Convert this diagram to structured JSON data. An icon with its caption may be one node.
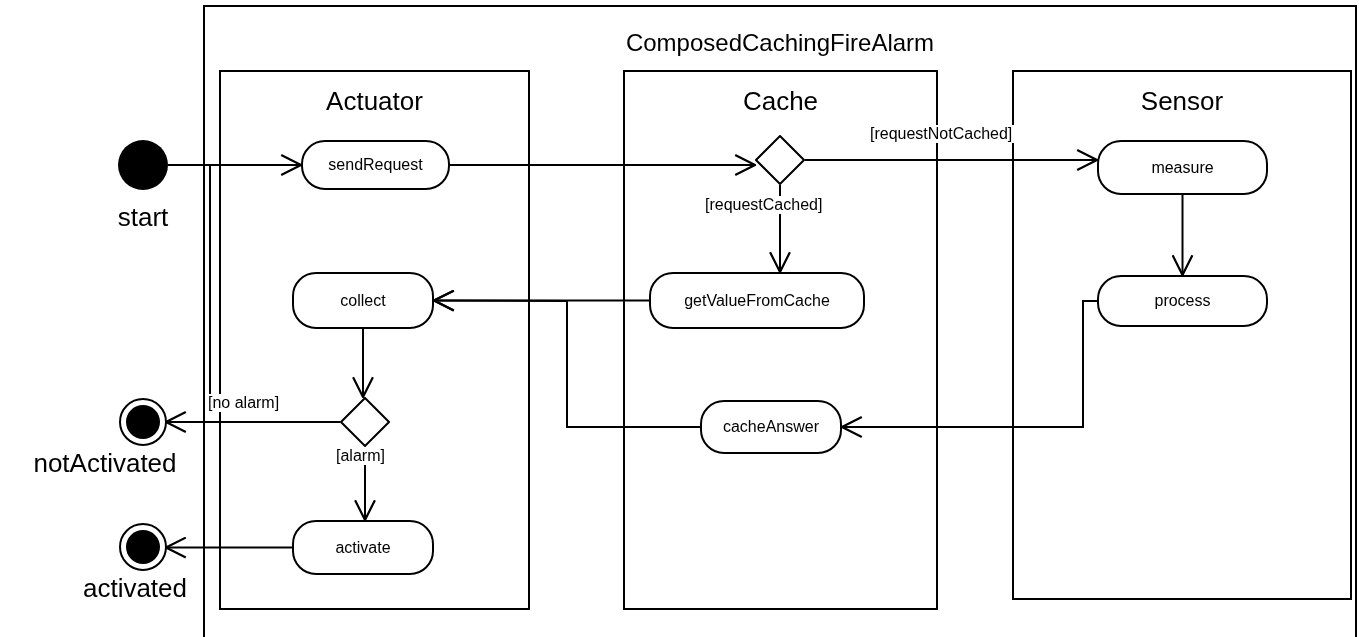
{
  "diagram": {
    "nodes": [
      {
        "text": [
          "ComposedCachingFireAlarm"
        ]
      },
      {
        "text": [
          "Actuator"
        ],
        "in": 0
      },
      {
        "text": [
          "Cache"
        ],
        "in": 0
      },
      {
        "text": [
          "Sensor"
        ],
        "in": 0
      },
      {
        "text": [
          "start"
        ]
      },
      {
        "text": [
          "sendRequest"
        ],
        "in": 1
      },
      {
        "text": [],
        "shape": "diamond",
        "in": 2
      },
      {
        "text": [
          "measure"
        ],
        "in": 3
      },
      {
        "text": [
          "getValueFromCache"
        ],
        "in": 2
      },
      {
        "text": [
          "collect"
        ],
        "in": 1
      },
      {
        "text": [
          "process"
        ],
        "in": 3
      },
      {
        "text": [],
        "shape": "diamond",
        "in": 1
      },
      {
        "text": [
          "cacheAnswer"
        ],
        "in": 2
      },
      {
        "text": [
          "notActivated"
        ]
      },
      {
        "text": [
          "activate"
        ],
        "in": 1
      },
      {
        "text": [
          "activated"
        ]
      }
    ],
    "edges": [
      {
        "from": 4,
        "to": 5,
        "arrow": "to"
      },
      {
        "from": 5,
        "to": 6,
        "arrow": "to"
      },
      {
        "from": 6,
        "to": 7,
        "arrow": "to",
        "label": "[requestNotCached]"
      },
      {
        "from": 6,
        "to": 8,
        "arrow": "to",
        "label": "[requestCached]"
      },
      {
        "from": 7,
        "to": 10,
        "arrow": "to"
      },
      {
        "from": 8,
        "to": 9,
        "arrow": "to"
      },
      {
        "from": 10,
        "to": 12,
        "arrow": "to"
      },
      {
        "from": 12,
        "to": 9,
        "arrow": "to"
      },
      {
        "from": 9,
        "to": 11,
        "arrow": "to"
      },
      {
        "from": 11,
        "to": 13,
        "arrow": "to",
        "label": "[no alarm]"
      },
      {
        "from": 11,
        "to": 14,
        "arrow": "to",
        "label": "[alarm]"
      },
      {
        "from": 14,
        "to": 15,
        "arrow": "to"
      },
      {
        "from": 4,
        "to": 0,
        "arrow": "none"
      }
    ]
  }
}
